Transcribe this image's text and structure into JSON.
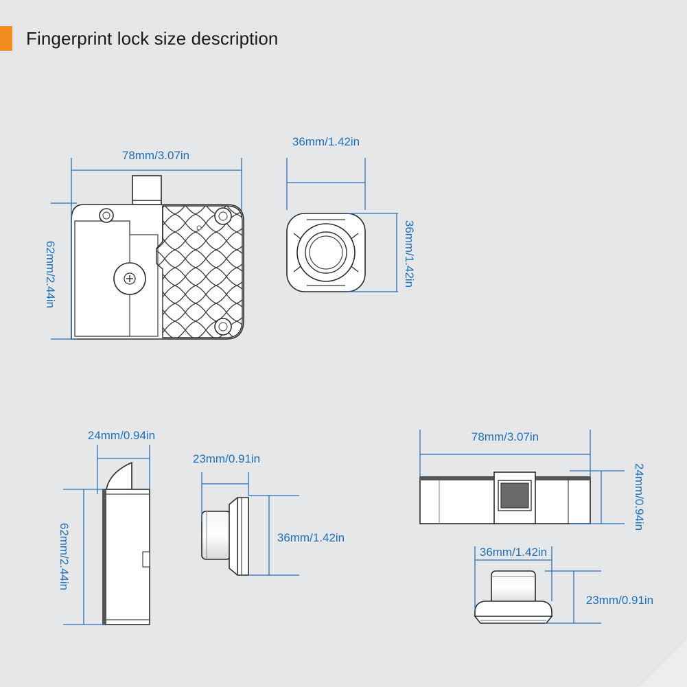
{
  "header": {
    "title": "Fingerprint lock size description",
    "accent_color": "#f28c1e"
  },
  "colors": {
    "background": "#e6e7e9",
    "dimension_text": "#1e6fb8",
    "dimension_line": "#2a6fb4",
    "outline": "#2b2b2b"
  },
  "dimensions": {
    "front_width": "78mm/3.07in",
    "front_height": "62mm/2.44in",
    "sensor_width": "36mm/1.42in",
    "sensor_height": "36mm/1.42in",
    "side_width": "24mm/0.94in",
    "side_height": "62mm/2.44in",
    "sensor_side_depth": "23mm/0.91in",
    "sensor_side_height": "36mm/1.42in",
    "top_width": "78mm/3.07in",
    "top_height": "24mm/0.94in",
    "sensor_top_width": "36mm/1.42in",
    "sensor_top_depth": "23mm/0.91in"
  }
}
